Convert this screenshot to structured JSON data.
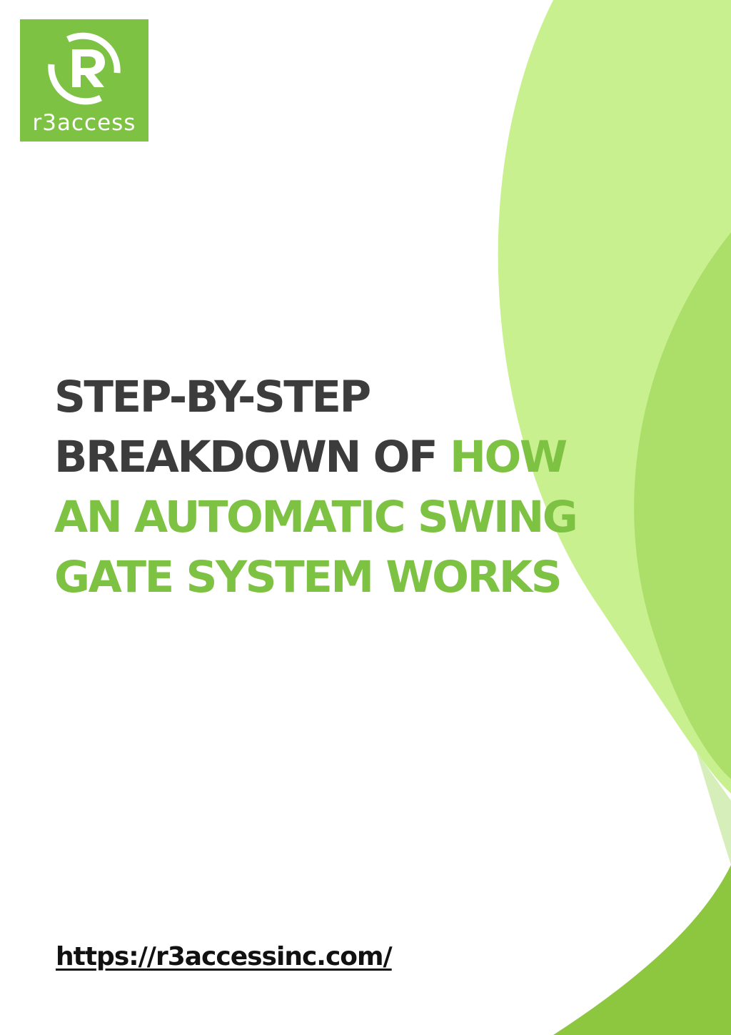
{
  "logo": {
    "brand": "r3access",
    "icon": "r3-monogram-icon"
  },
  "title": {
    "line1": "STEP-BY-STEP",
    "line2_dark": "BREAKDOWN OF ",
    "line2_accent": "HOW",
    "line3": "AN AUTOMATIC SWING",
    "line4": "GATE SYSTEM WORKS"
  },
  "footer": {
    "url": "https://r3accessinc.com/"
  },
  "colors": {
    "accent": "#7dc242",
    "accent_light": "#c9f08f",
    "accent_mid": "#acdf6a",
    "accent_dark": "#8dc63f",
    "title_dark": "#3c3c3c"
  }
}
